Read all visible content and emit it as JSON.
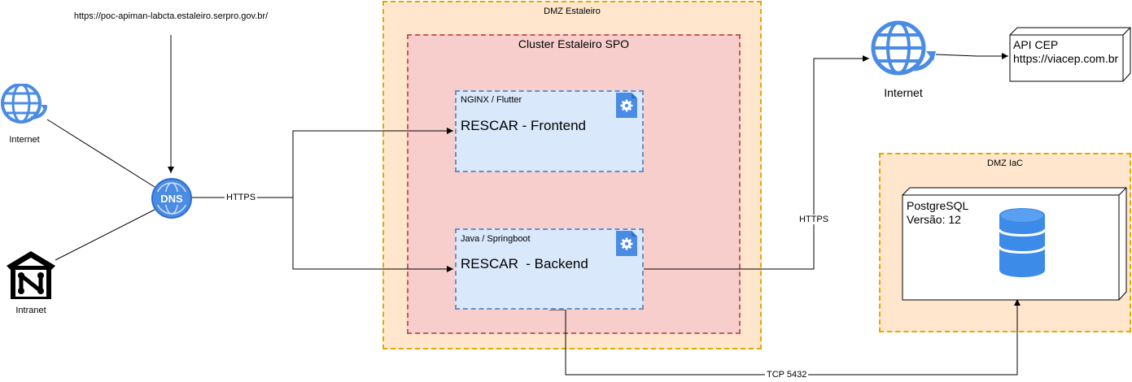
{
  "url_label": "https://poc-apiman-labcta.estaleiro.serpro.gov.br/",
  "zones": {
    "dmz_estaleiro": "DMZ Estaleiro",
    "cluster": "Cluster Estaleiro SPO",
    "dmz_iac": "DMZ IaC"
  },
  "nodes": {
    "internet_left": "Internet",
    "intranet": "Intranet",
    "dns": "DNS",
    "internet_right": "Internet"
  },
  "services": {
    "frontend": {
      "tech": "NGINX / Flutter",
      "name": "RESCAR - Frontend"
    },
    "backend": {
      "tech": "Java / Springboot",
      "name": "RESCAR  - Backend"
    }
  },
  "api": {
    "title": "API CEP",
    "url": "https://viacep.com.br"
  },
  "database": {
    "name": "PostgreSQL",
    "version": "Versão: 12"
  },
  "edges": {
    "https_dns": "HTTPS",
    "https_backend": "HTTPS",
    "tcp": "TCP 5432"
  },
  "colors": {
    "dmz_fill": "#ffe6cc",
    "dmz_border": "#e0aa00",
    "cluster_fill": "#f8cecc",
    "cluster_border": "#c55b5b",
    "service_fill": "#dae8fc",
    "service_border": "#6c8ebf",
    "icon_blue": "#4285f4"
  }
}
